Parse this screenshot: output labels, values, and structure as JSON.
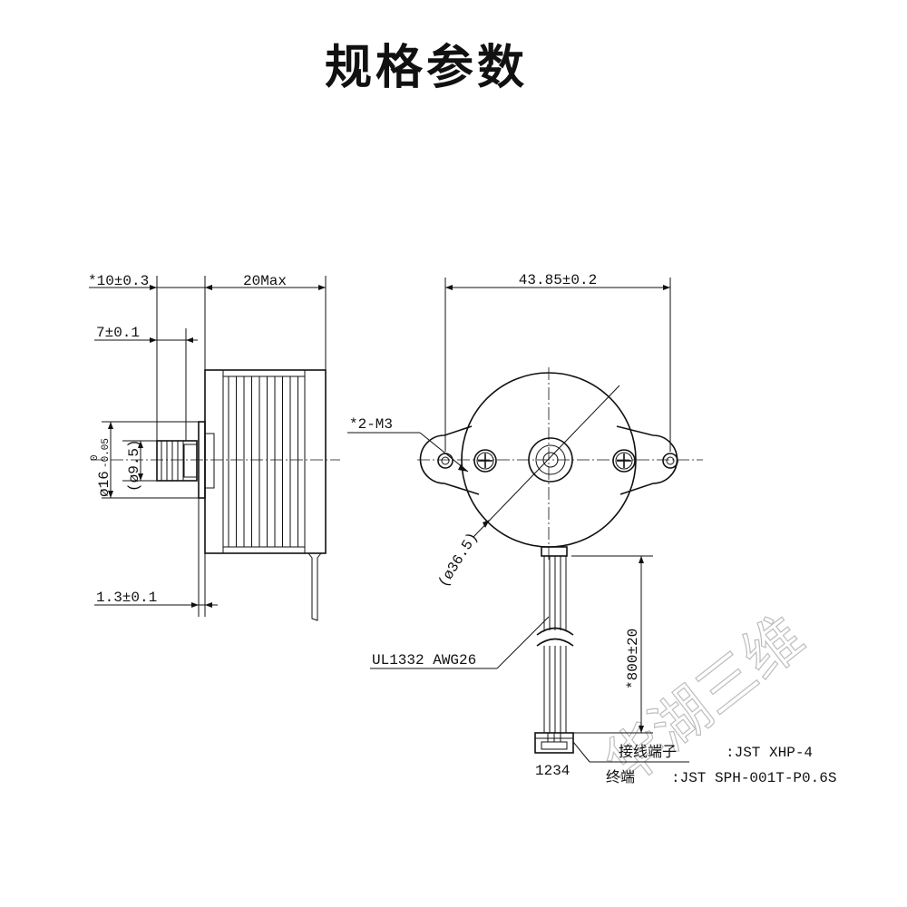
{
  "title": "规格参数",
  "side_view": {
    "dim_shaft_length": "*10±0.3",
    "dim_body_length": "20Max",
    "dim_boss": "7±0.1",
    "dim_diameter_main": "ø16",
    "dim_diameter_tol_upper": "0",
    "dim_diameter_tol_lower": "-0.05",
    "dim_diameter_ref": "(ø9.5)",
    "dim_flange": "1.3±0.1"
  },
  "front_view": {
    "dim_mount_span": "43.85±0.2",
    "mount_holes": "*2-M3",
    "dim_body_diameter": "(ø36.5)",
    "wire_spec": "UL1332 AWG26",
    "dim_lead_length": "*800±20",
    "pin_numbers": "1234",
    "connector_label": "接线端子",
    "connector_value": ":JST XHP-4",
    "terminal_label": "终端",
    "terminal_value": ":JST SPH-001T-P0.6S"
  },
  "watermark": "华湖三维"
}
